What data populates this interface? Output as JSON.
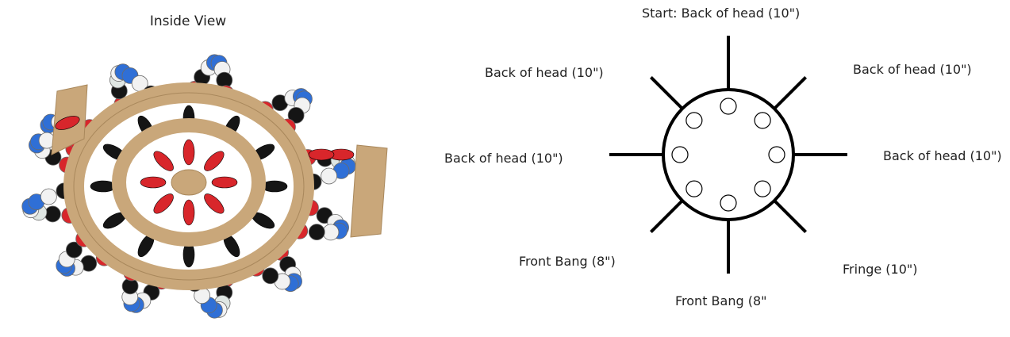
{
  "photo": {
    "title": "Inside View"
  },
  "diagram": {
    "labels": {
      "top": "Start: Back of head (10\")",
      "top_left": "Back of head (10\")",
      "top_right": "Back of head (10\")",
      "left": "Back of head (10\")",
      "right": "Back of head (10\")",
      "bottom_left": "Front Bang (8\")",
      "bottom": "Front Bang (8\"",
      "bottom_right": "Fringe (10\")"
    },
    "hole_count": 8,
    "strand_count": 8
  },
  "colors": {
    "leather": "#c9a77a",
    "leather_edge": "#a9885c",
    "bead_red": "#d8262b",
    "bead_black": "#151515",
    "bead_white": "#f2f2f2",
    "bead_blue": "#2f6fd6",
    "bead_clear": "#dfe6e3",
    "line": "#000000"
  }
}
